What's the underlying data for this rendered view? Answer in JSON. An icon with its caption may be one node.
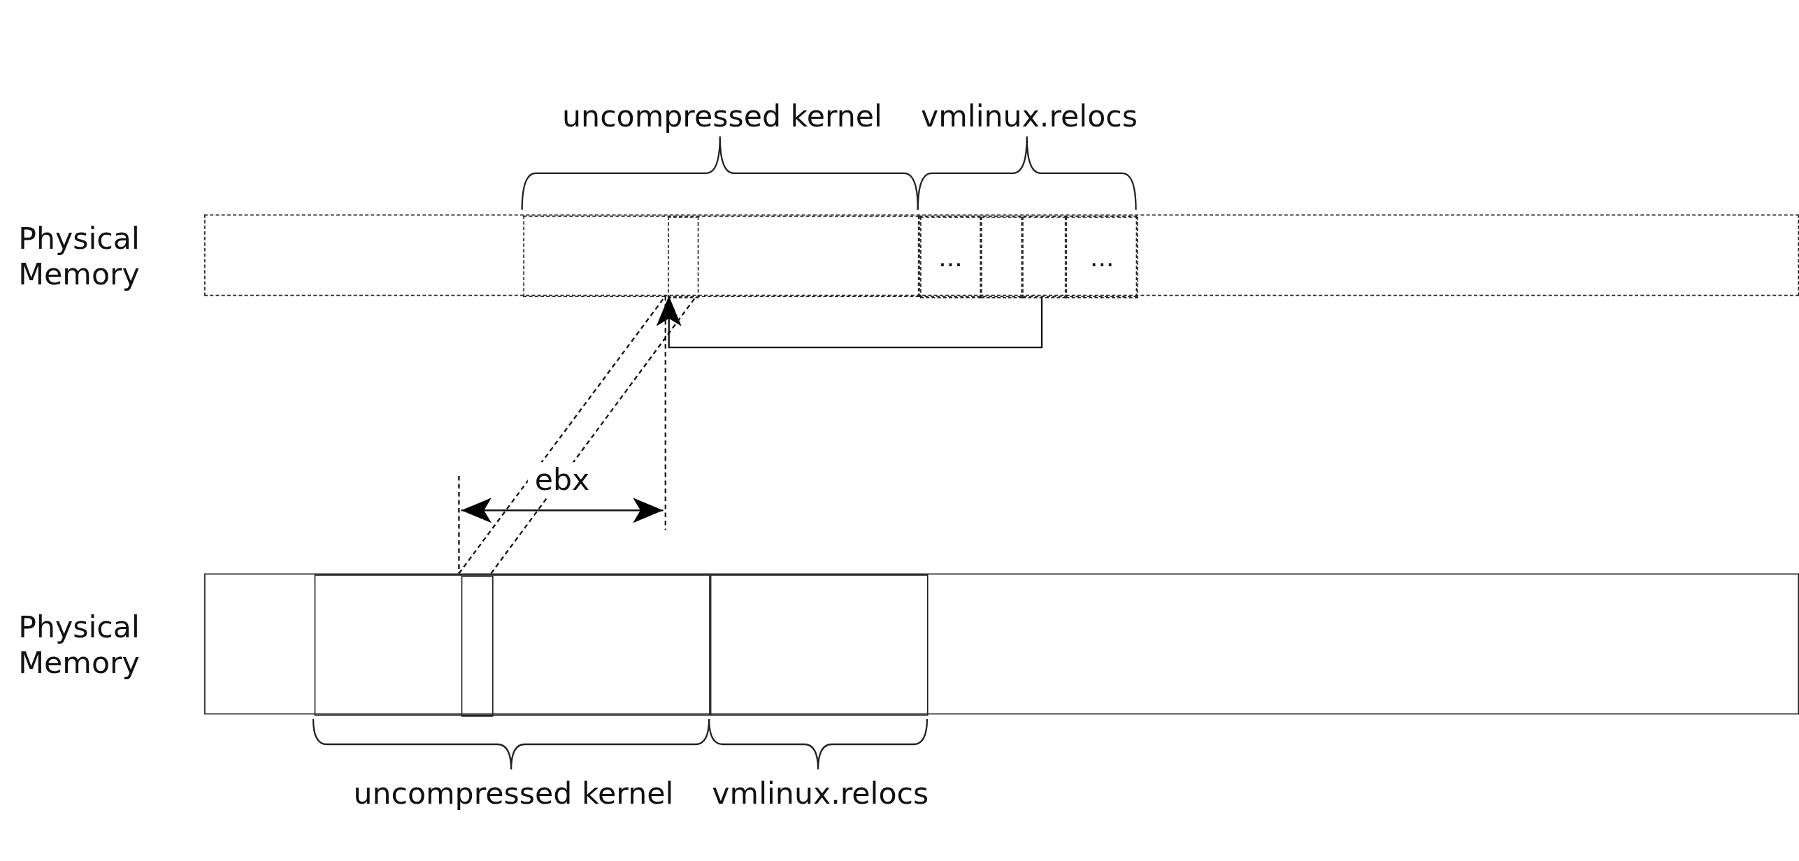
{
  "diagram": {
    "nodes": [
      {
        "text": [
          "Physical Memory"
        ]
      },
      {
        "text": [],
        "shape": "box",
        "in": 0,
        "beside": [
          "uncompressed kernel"
        ]
      },
      {
        "text": [],
        "shape": "box",
        "in": 1
      },
      {
        "text": [],
        "shape": "box",
        "in": 0,
        "beside": [
          "vmlinux.relocs"
        ]
      },
      {
        "text": [
          "..."
        ],
        "in": 3
      },
      {
        "text": [],
        "shape": "box",
        "in": 3
      },
      {
        "text": [],
        "shape": "box",
        "in": 3
      },
      {
        "text": [
          "..."
        ],
        "in": 3
      },
      {
        "text": [
          "Physical Memory"
        ]
      },
      {
        "text": [],
        "shape": "box",
        "in": 8,
        "beside": [
          "uncompressed kernel"
        ]
      },
      {
        "text": [],
        "shape": "box",
        "in": 9
      },
      {
        "text": [],
        "shape": "box",
        "in": 8,
        "beside": [
          "vmlinux.relocs"
        ]
      }
    ],
    "edges": [
      {
        "from": 6,
        "to": 2,
        "arrow": "to"
      },
      {
        "from": 10,
        "to": 2,
        "arrow": "none",
        "style": "dashed"
      },
      {
        "from": 10,
        "to": 2,
        "arrow": "none",
        "style": "dashed"
      }
    ],
    "labels": [
      "ebx"
    ]
  }
}
